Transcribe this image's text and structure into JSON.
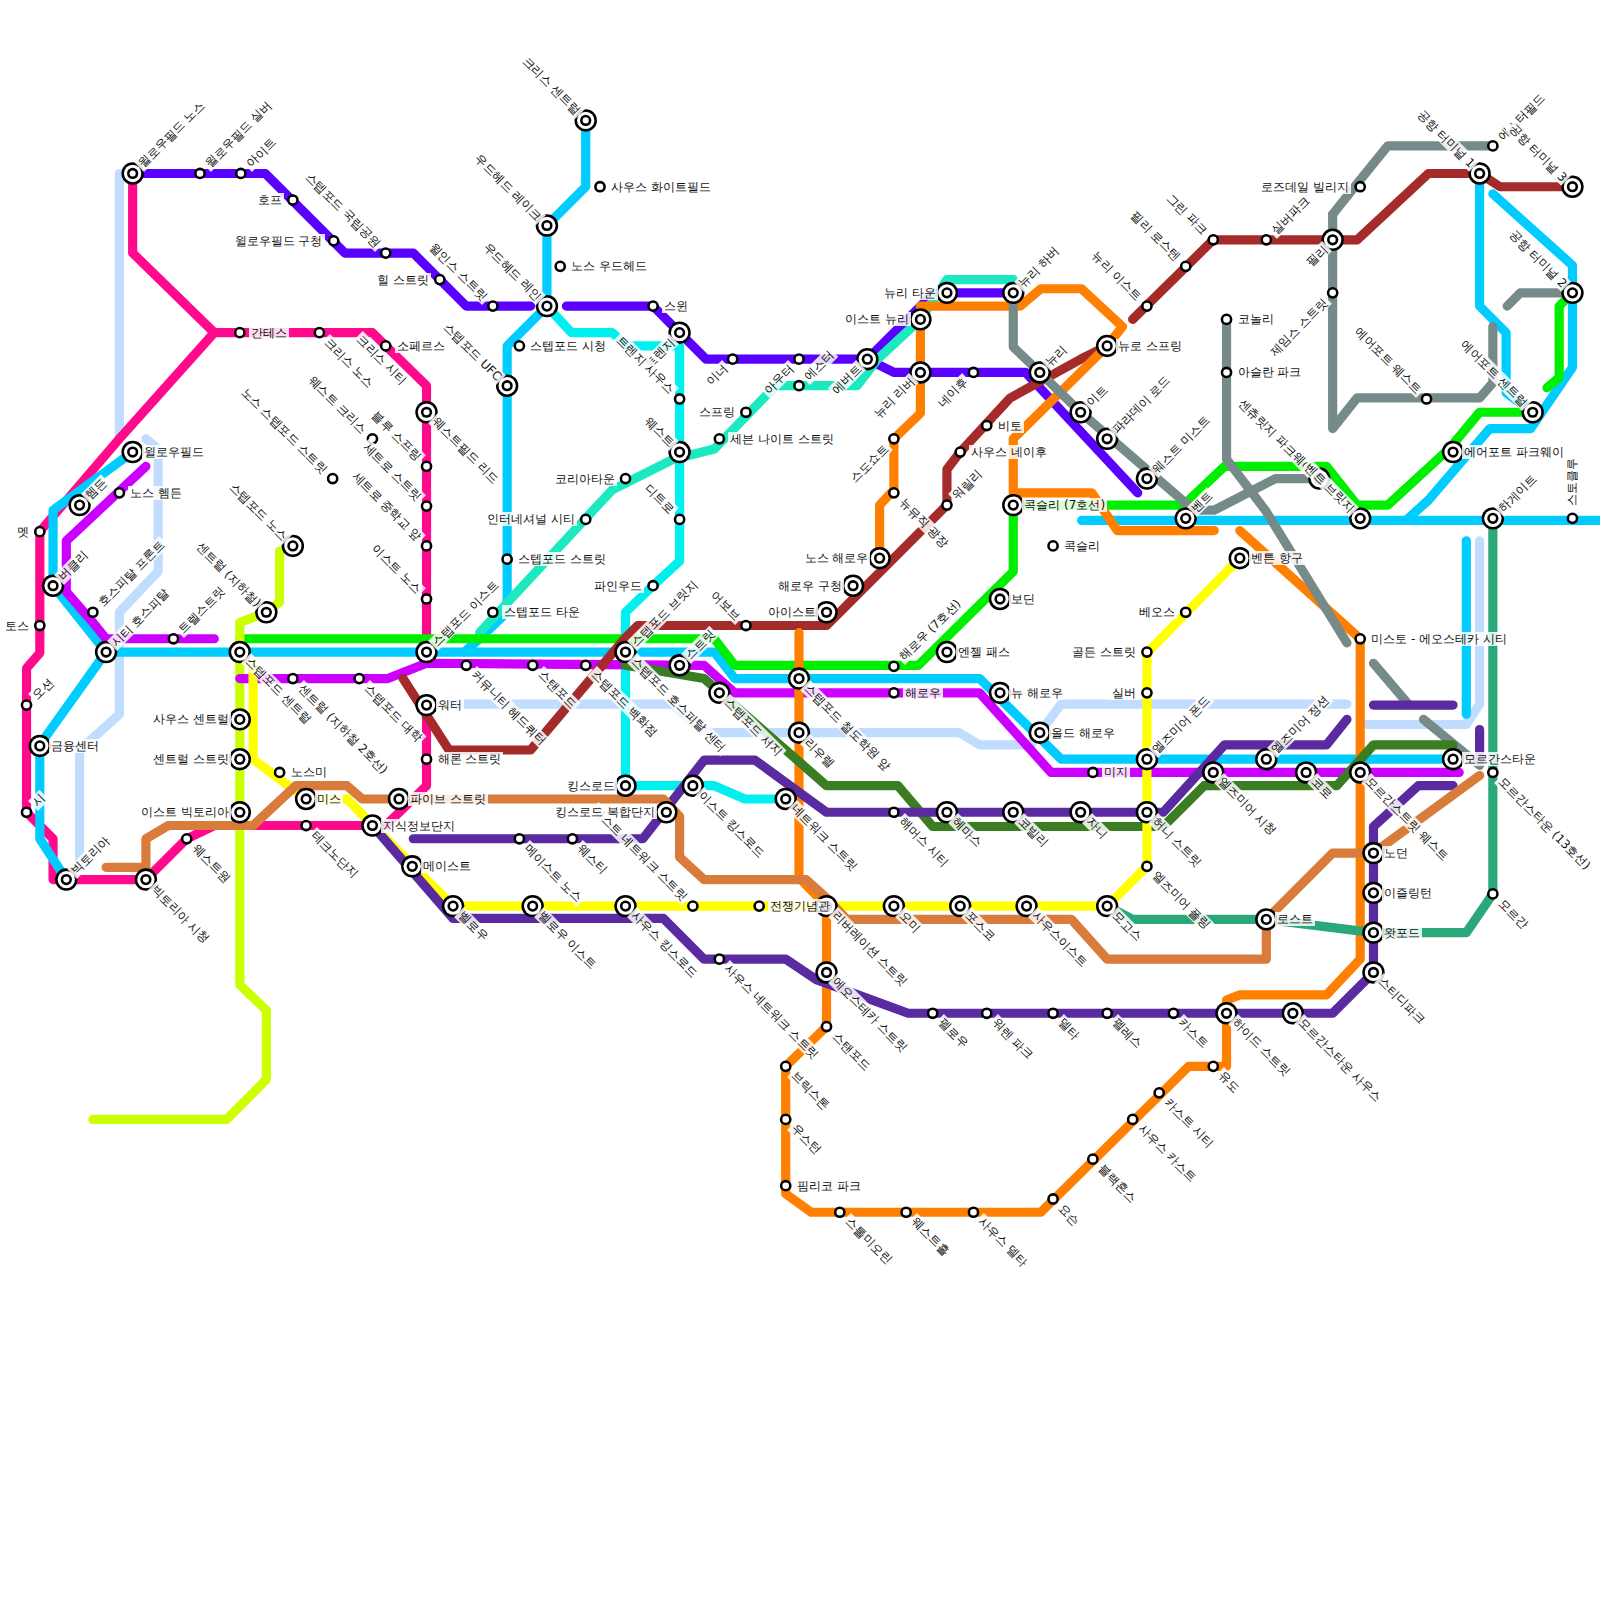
{
  "diagram": {
    "labels": [
      "윌로우필드 노스",
      "윌로우필드 실버",
      "아이트",
      "호프",
      "스텝포드 국립공원",
      "윌로우필드 구청",
      "힐 스트릿",
      "윌인스 스트릿",
      "우드헤드 레인",
      "우드헤드 레이크",
      "크리스 센트럴",
      "사우스 화이트필드",
      "노스 우드헤드",
      "스텝포드 시청",
      "스텝포드 UFC",
      "스윈",
      "트렌지",
      "이너",
      "아우터",
      "에버트",
      "뉴리 타운",
      "이스트 뉴리",
      "뉴리 하버",
      "뉴리 리버",
      "네이후",
      "비토",
      "사우스 네이후",
      "워릴리",
      "스도쇼트",
      "뉴뮤직 광장",
      "뉴리 이스트",
      "뉴로 스프링",
      "뉴리",
      "이트",
      "파라데이 로드",
      "웨스트 미스트",
      "벤트",
      "콕슬리 (7호선)",
      "콕슬리",
      "보딘",
      "엔젤 패스",
      "해로우 (7호선)",
      "해로우",
      "뉴 해로우",
      "올드 해로우",
      "노스 해로우",
      "해로우 구청",
      "아이스트",
      "어보브",
      "스텝포드 철도학원 앞",
      "리우렐",
      "네트워크 스트릿",
      "해머스 시티",
      "헤마스",
      "코빌리",
      "자니",
      "미지",
      "엘즈미어 폰드",
      "실버",
      "골든 스트릿",
      "베오스",
      "벤튼 항구",
      "미스토 - 에오스테카 시티",
      "엘즈미어 정션",
      "엘즈미어 시청",
      "코로",
      "모르간스트릿 웨스트",
      "모르간스타운",
      "모르간스타운 (13호선)",
      "모르간",
      "노던",
      "이즐링턴",
      "왓포드",
      "스티디파크",
      "허니 스트릿",
      "엘즈미어 폴링",
      "로스트",
      "모고스",
      "사우스이스트",
      "포스코",
      "오미",
      "리버레이션 스트릿",
      "전쟁기념관",
      "리스트 네트워크 스트릿",
      "사우스 네트워크 스트릿",
      "에오스테카 스트릿",
      "스탠포드",
      "브릭스톤",
      "우스턴",
      "핌리코 파크",
      "스톨미오린",
      "웨스트홀",
      "사우스 델타",
      "요슨",
      "블랙혼스",
      "사우스 카스트",
      "카스트 시티",
      "유도",
      "하이드 스트릿",
      "모르간스타운 사우스",
      "카스트",
      "펠레스",
      "델타",
      "워렌 파크",
      "펠로우",
      "스텝포드 이스트",
      "이스트 노스",
      "세트로 중학교 앞",
      "세트로 스트릿",
      "블루 스프링",
      "웨스트필드 리드",
      "크리스 시티",
      "소페르스",
      "크리스 노스",
      "간테스",
      "웨스트 크리스",
      "노스 스텝포드 스트릿",
      "스텝포드 노스",
      "센트럴 (지하철)",
      "트렐스트릿",
      "호스피탈 프론트",
      "시티 호스피탈",
      "윌로우필드",
      "노스 헴든",
      "헴든",
      "멧",
      "버클리",
      "토스",
      "오션",
      "금융센터",
      "시",
      "빅토리아",
      "빅토리아 시청",
      "웨스트원",
      "이스트 빅토리아",
      "센트럴 스트릿",
      "사우스 센트럴",
      "스텝포드 센트럴",
      "센트럴 (지하철 2호선)",
      "스텝포드 대학",
      "노스미",
      "미스",
      "테크노단지",
      "지식정보단지",
      "파이브 스트릿",
      "메이스트",
      "벨로우",
      "벨로우 이스트",
      "사우스 킹스로드",
      "메이스트 노스",
      "웨스티",
      "킹스로드 복합단지",
      "킹스로드",
      "이스트 킹스로드",
      "스텝포드 서지",
      "스텝포드 호스피탈 센터",
      "스텝포드 브릿지",
      "스트릿",
      "파인우드",
      "디트로",
      "웨스트",
      "트렌지 사우스",
      "스프링",
      "세븐 나이트 스트릿",
      "에스터",
      "코리아타운",
      "인터네셔널 시티",
      "스텝포드 스트릿",
      "스텝포드 타운",
      "워터",
      "해론 스트릿",
      "커뮤니티 헤드쿼터",
      "스탠포드",
      "스텝포드 백화점",
      "에스터필드",
      "공항 터미널 1",
      "공항 터미널 3",
      "공항 터미널 2",
      "로즈데일 빌리지",
      "실버파크",
      "그린 파크",
      "필리 로스텐",
      "필리",
      "제임스 스트릿",
      "코놀리",
      "아슬란 파크",
      "센츄릿지 파크웨이",
      "에어포트 웨스트",
      "에어포트 센트럴",
      "에어포트 파크웨이",
      "벤트 브릿지",
      "하게이트",
      "스토클루"
    ]
  }
}
